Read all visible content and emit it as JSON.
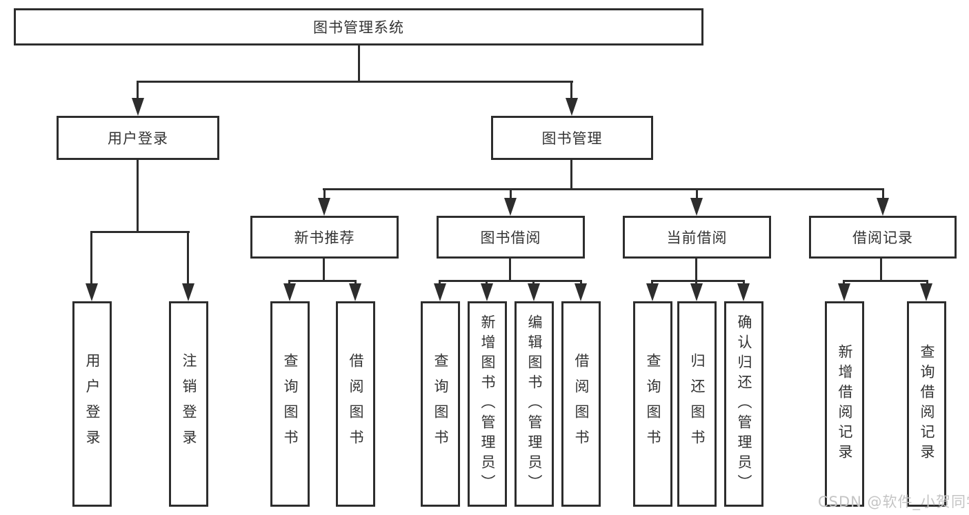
{
  "tree": {
    "root": "图书管理系统",
    "children": [
      {
        "label": "用户登录",
        "children": [
          "用户登录",
          "注销登录"
        ]
      },
      {
        "label": "图书管理",
        "children": [
          {
            "label": "新书推荐",
            "children": [
              "查询图书",
              "借阅图书"
            ]
          },
          {
            "label": "图书借阅",
            "children": [
              "查询图书",
              "新增图书（管理员）",
              "编辑图书（管理员）",
              "借阅图书"
            ]
          },
          {
            "label": "当前借阅",
            "children": [
              "查询图书",
              "归还图书",
              "确认归还（管理员）"
            ]
          },
          {
            "label": "借阅记录",
            "children": [
              "新增借阅记录",
              "查询借阅记录"
            ]
          }
        ]
      }
    ]
  },
  "watermark": "CSDN @软件_小贺同学",
  "colors": {
    "line": "#2d2d2d",
    "text": "#333333",
    "background": "#ffffff",
    "watermark": "#c4c4c4"
  }
}
